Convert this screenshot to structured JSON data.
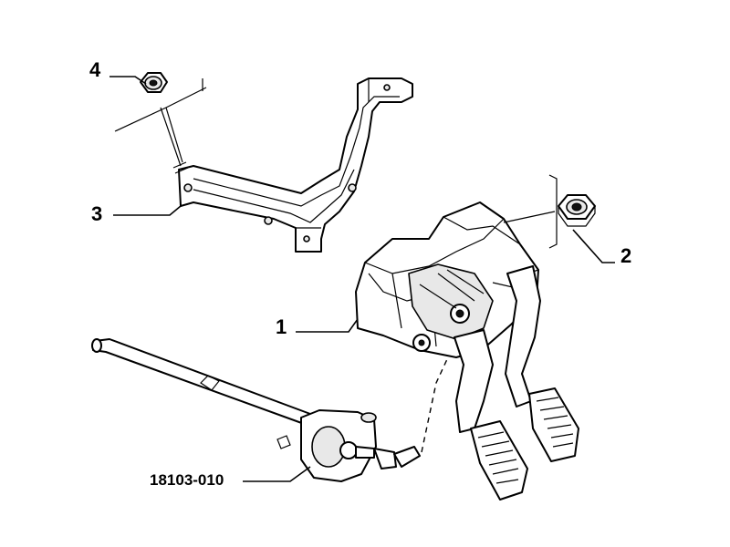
{
  "callouts": {
    "part_1": "1",
    "part_2": "2",
    "part_3": "3",
    "part_4": "4",
    "assembly_code": "18103-010"
  }
}
